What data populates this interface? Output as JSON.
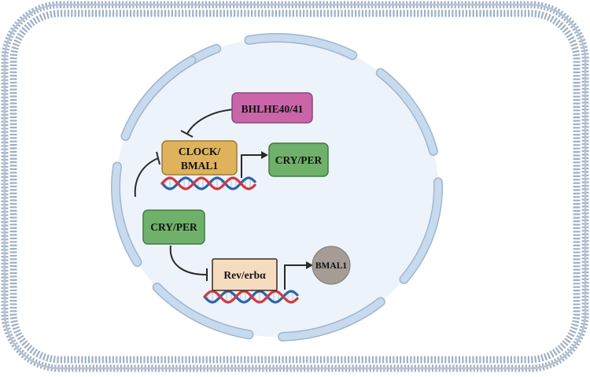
{
  "diagram": {
    "nodes": {
      "bhlhe": {
        "label": "BHLHE40/41",
        "color": "#c965a8"
      },
      "clock_bmal": {
        "line1": "CLOCK/",
        "line2": "BMAL1",
        "color": "#deb35c"
      },
      "cry_per_top": {
        "label": "CRY/PER",
        "color": "#6fb16a"
      },
      "cry_per_left": {
        "label": "CRY/PER",
        "color": "#6fb16a"
      },
      "rev_erb": {
        "label": "Rev/erbα",
        "color": "#f6dcbf"
      },
      "bmal1": {
        "label": "BMAL1",
        "color": "#a49c95"
      }
    },
    "colors": {
      "membrane": "#a9b7c8",
      "nucleus_fill": "#edf3fb",
      "nuclear_envelope": "#c7daee",
      "dna_red": "#d2383f",
      "dna_blue": "#2f63aa",
      "arrow": "#2a2a2a"
    }
  }
}
